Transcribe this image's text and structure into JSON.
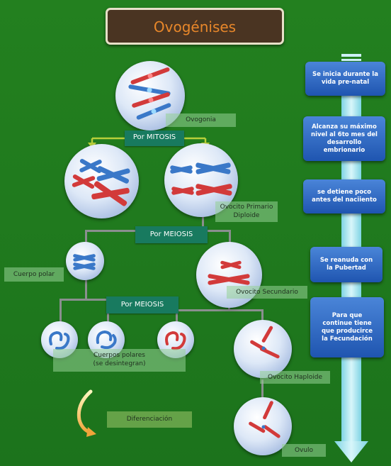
{
  "title": "Ovogénises",
  "colors": {
    "background": "#1f7a1f",
    "chromosome_red": "#d23a3a",
    "chromosome_blue": "#3a78c8",
    "timeline_box": "#2a66c4",
    "arrow": "#a8e8f0"
  },
  "labels": {
    "ovogonia": "Ovogonia",
    "por_mitosis": "Por  MITOSIS",
    "ovocito_primario_1": "Ovocito Primario",
    "ovocito_primario_2": "Diploide",
    "por_meiosis_1": "Por  MEIOSIS",
    "cuerpo_polar": "Cuerpo polar",
    "ovocito_secundario": "Ovocito  Secundario",
    "por_meiosis_2": "Por  MEIOSIS",
    "cuerpos_polares_1": "Cuerpos polares",
    "cuerpos_polares_2": "(se desintegran)",
    "ovocito_haploide": "Ovocito Haploide",
    "ovulo": "Ovulo",
    "diferenciacion": "Diferenciación"
  },
  "timeline": [
    {
      "line1": "Se inicia durante la",
      "line2": "vida pre-natal",
      "line3": "",
      "line4": ""
    },
    {
      "line1": "Alcanza su máximo",
      "line2": "nivel al 6to mes del",
      "line3": "desarrollo",
      "line4": "embrionario"
    },
    {
      "line1": "se detiene poco",
      "line2": "antes del naciiento",
      "line3": "",
      "line4": ""
    },
    {
      "line1": "Se reanuda con",
      "line2": "la  Pubertad",
      "line3": "",
      "line4": ""
    },
    {
      "line1": "Para que",
      "line2": "continue tiene",
      "line3": "que producirce",
      "line4": "la  Fecundación"
    }
  ]
}
